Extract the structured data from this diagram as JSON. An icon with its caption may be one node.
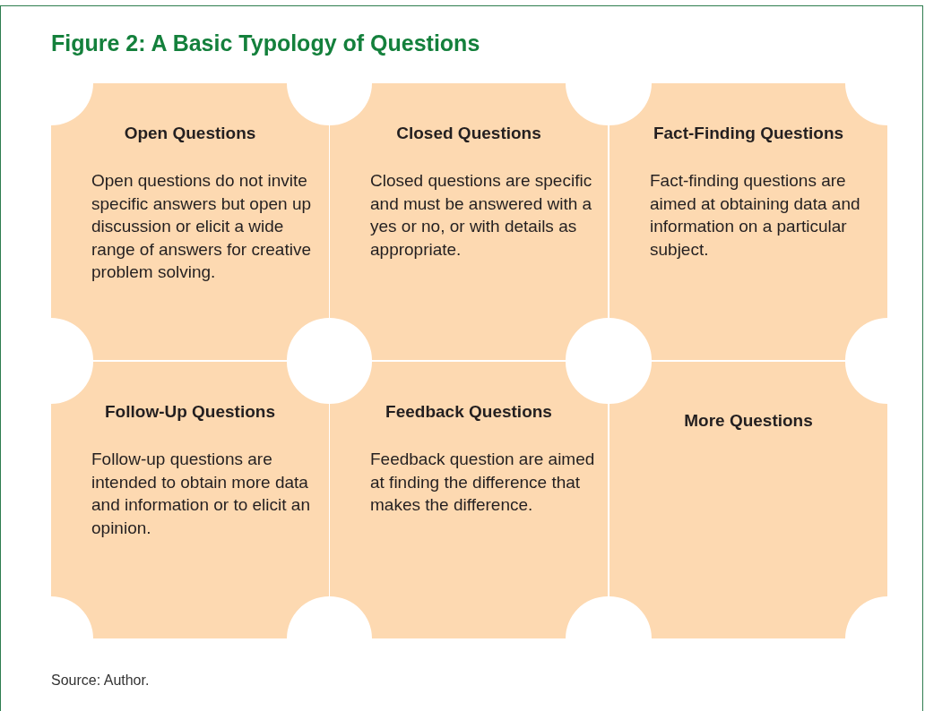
{
  "diagram": {
    "title": "Figure 2:  A Basic Typology of Questions",
    "caption": "Source: Author.",
    "nodes": [
      {
        "text": [
          "Open Questions",
          "Open questions do not invite specific answers but open up discussion or elicit a wide range of answers for creative problem solving."
        ]
      },
      {
        "text": [
          "Closed Questions",
          "Closed questions are specific and must be answered with a yes or no, or with details as appropriate."
        ]
      },
      {
        "text": [
          "Fact-Finding Questions",
          "Fact-finding questions are aimed at obtaining data and information on a particular subject."
        ]
      },
      {
        "text": [
          "Follow-Up Questions",
          "Follow-up questions are intended to obtain more data and information or to elicit an opinion."
        ]
      },
      {
        "text": [
          "Feedback Questions",
          "Feedback question are aimed at finding the difference that makes the difference."
        ]
      },
      {
        "text": [
          "More Questions"
        ]
      }
    ]
  }
}
